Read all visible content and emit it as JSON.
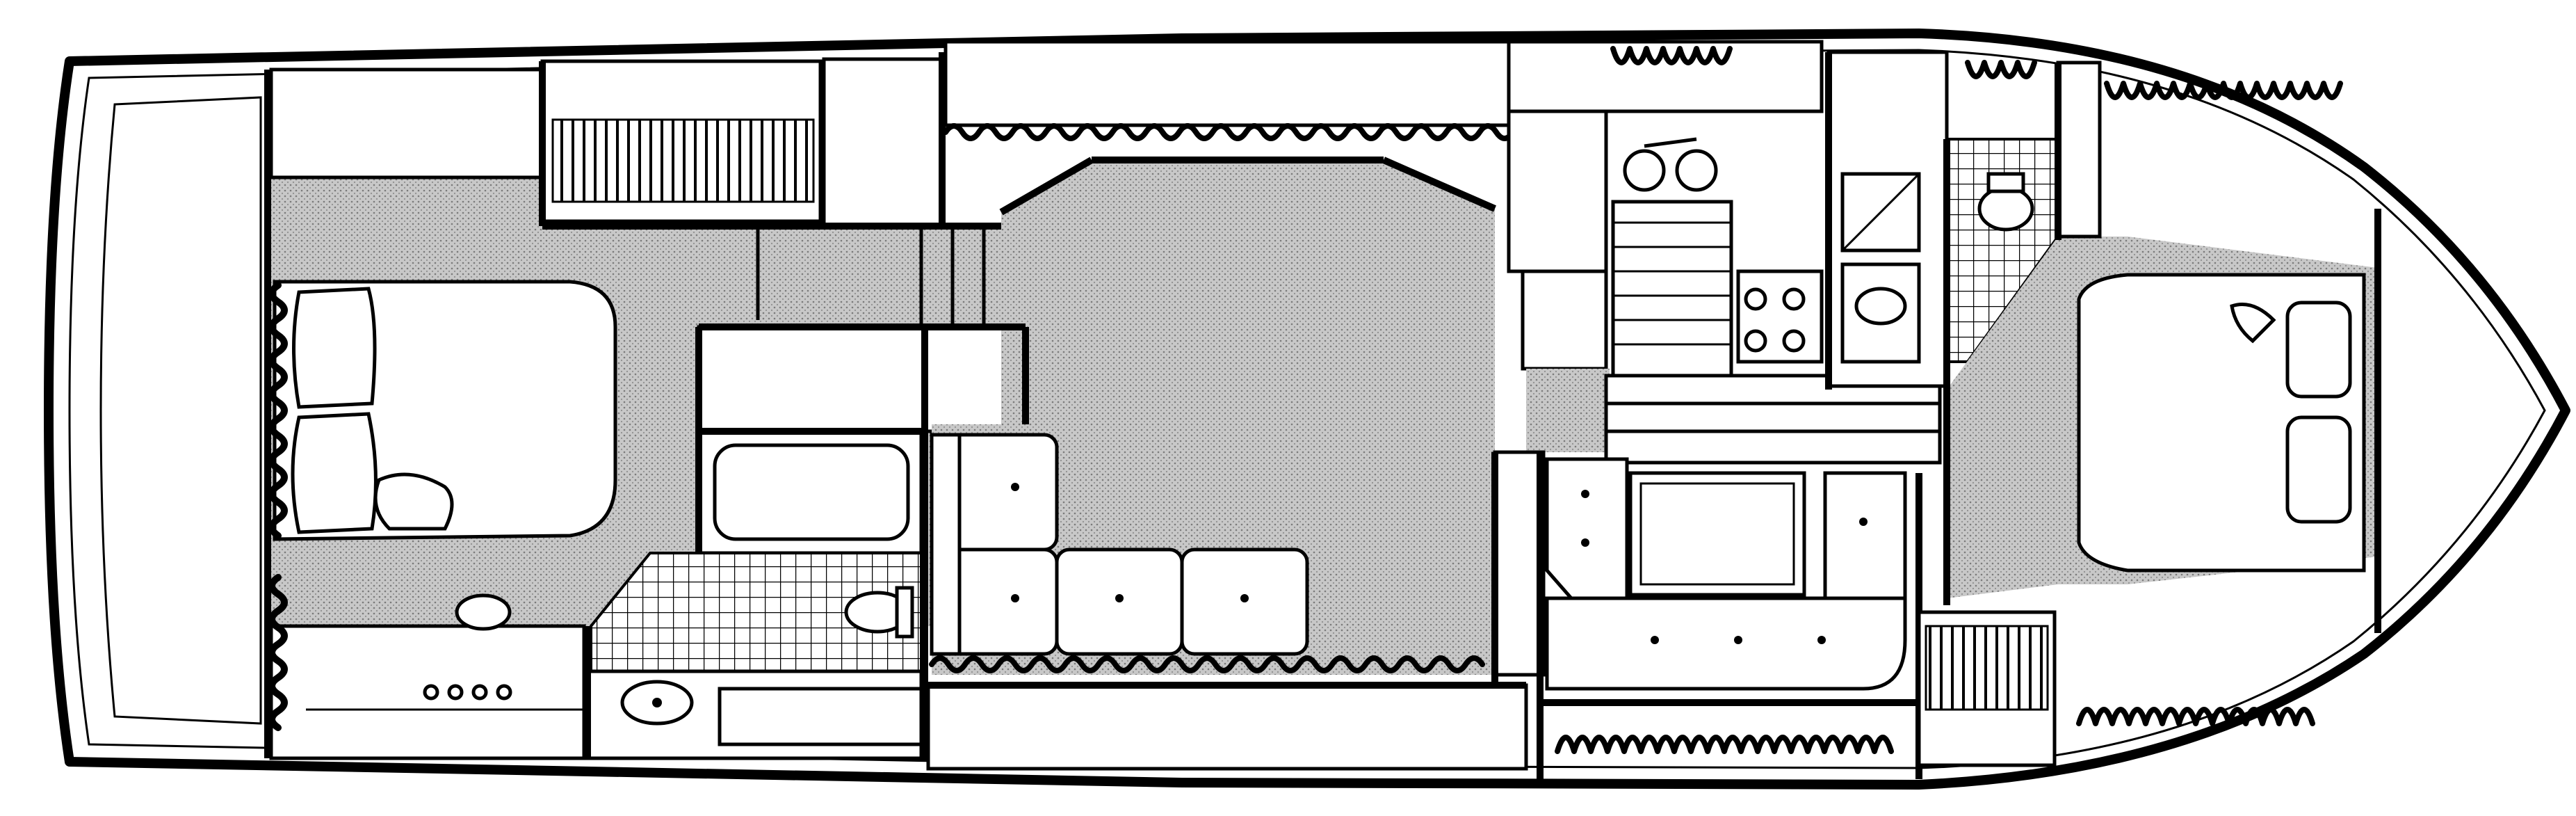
{
  "diagram": {
    "type": "boat-floor-plan",
    "colors": {
      "line": "#000000",
      "background": "#ffffff",
      "floor_fill": "#bdbdbd"
    },
    "rooms": [
      {
        "id": "aft-stateroom",
        "icon": "bed-icon"
      },
      {
        "id": "aft-head",
        "icon": "toilet-icon"
      },
      {
        "id": "salon",
        "icon": "sofa-icon"
      },
      {
        "id": "galley",
        "icon": "stove-icon"
      },
      {
        "id": "dinette",
        "icon": "table-icon"
      },
      {
        "id": "forward-head",
        "icon": "shower-icon"
      },
      {
        "id": "forward-stateroom",
        "icon": "bed-icon"
      }
    ]
  }
}
